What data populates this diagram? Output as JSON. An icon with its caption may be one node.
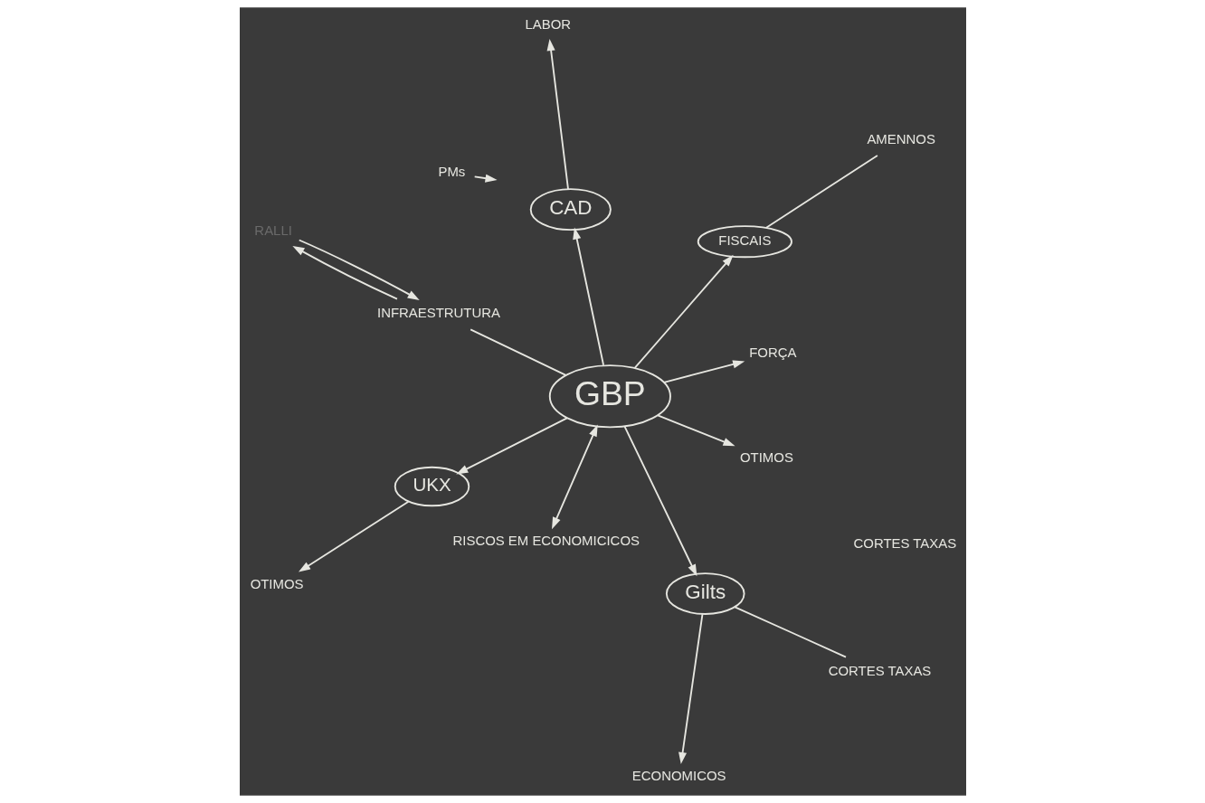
{
  "diagram": {
    "nodes": [
      {
        "text": [
          "FISCAIS"
        ]
      },
      {
        "text": [
          "AMENNOS"
        ]
      },
      {
        "text": [
          "RISCOS EM ECONOMICICOS"
        ]
      },
      {
        "text": [
          "RALLI"
        ]
      },
      {
        "text": [
          "Gilts"
        ]
      },
      {
        "text": [
          "INFRAESTRUTURA"
        ]
      },
      {
        "text": [
          "GBP"
        ]
      },
      {
        "text": [
          "CORTES TAXAS"
        ]
      },
      {
        "text": [
          "PMs"
        ]
      },
      {
        "text": [
          "ECONOMICOS"
        ]
      },
      {
        "text": [
          "UKX"
        ]
      },
      {
        "text": [
          "CAD"
        ]
      },
      {
        "text": [
          "OTIMOS"
        ]
      },
      {
        "text": [
          "OTIMOS"
        ]
      },
      {
        "text": [
          "FORÇA"
        ]
      },
      {
        "text": [
          "LABOR"
        ]
      }
    ],
    "edges": [
      {
        "from": 6,
        "to": 0,
        "arrow": "to"
      },
      {
        "from": 1,
        "to": 0,
        "arrow": "none"
      },
      {
        "from": 6,
        "to": 2,
        "arrow": "both"
      },
      {
        "from": 6,
        "to": 4,
        "arrow": "to"
      },
      {
        "from": 5,
        "to": 3,
        "arrow": "to"
      },
      {
        "from": 3,
        "to": 5,
        "arrow": "to"
      },
      {
        "from": 5,
        "to": 6,
        "arrow": "none"
      },
      {
        "from": 4,
        "to": 7,
        "arrow": "none"
      },
      {
        "from": 4,
        "to": 9,
        "arrow": "to"
      },
      {
        "from": 8,
        "to": null,
        "arrow": "to"
      },
      {
        "from": 6,
        "to": 10,
        "arrow": "to"
      },
      {
        "from": 6,
        "to": 13,
        "arrow": "to"
      },
      {
        "from": 6,
        "to": 14,
        "arrow": "to"
      },
      {
        "from": 6,
        "to": 11,
        "arrow": "to"
      },
      {
        "from": 10,
        "to": 12,
        "arrow": "to"
      },
      {
        "from": 11,
        "to": 15,
        "arrow": "to"
      }
    ],
    "labels": [
      "CORTES TAXAS"
    ]
  }
}
